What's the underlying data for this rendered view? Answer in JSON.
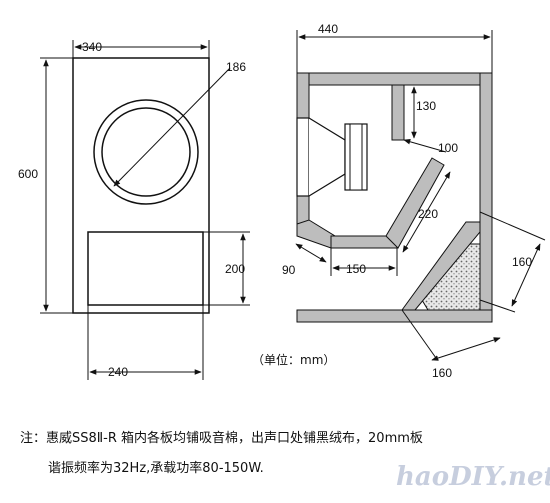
{
  "front_view": {
    "width_label": "340",
    "height_label": "600",
    "woofer_label": "186",
    "port_height_label": "200",
    "port_width_label": "240"
  },
  "side_view": {
    "depth_label": "440",
    "dim_130": "130",
    "dim_100": "100",
    "dim_220": "220",
    "dim_90": "90",
    "dim_150": "150",
    "dim_160_right": "160",
    "dim_160_bottom": "160"
  },
  "unit_text": "（单位：mm）",
  "note_line1": "注：惠威SS8Ⅱ-R 箱内各板均铺吸音棉，出声口处铺黑绒布，20mm板",
  "note_line2": "谐振频率为32Hz,承载功率80-150W.",
  "watermark": "haoDIY.net"
}
